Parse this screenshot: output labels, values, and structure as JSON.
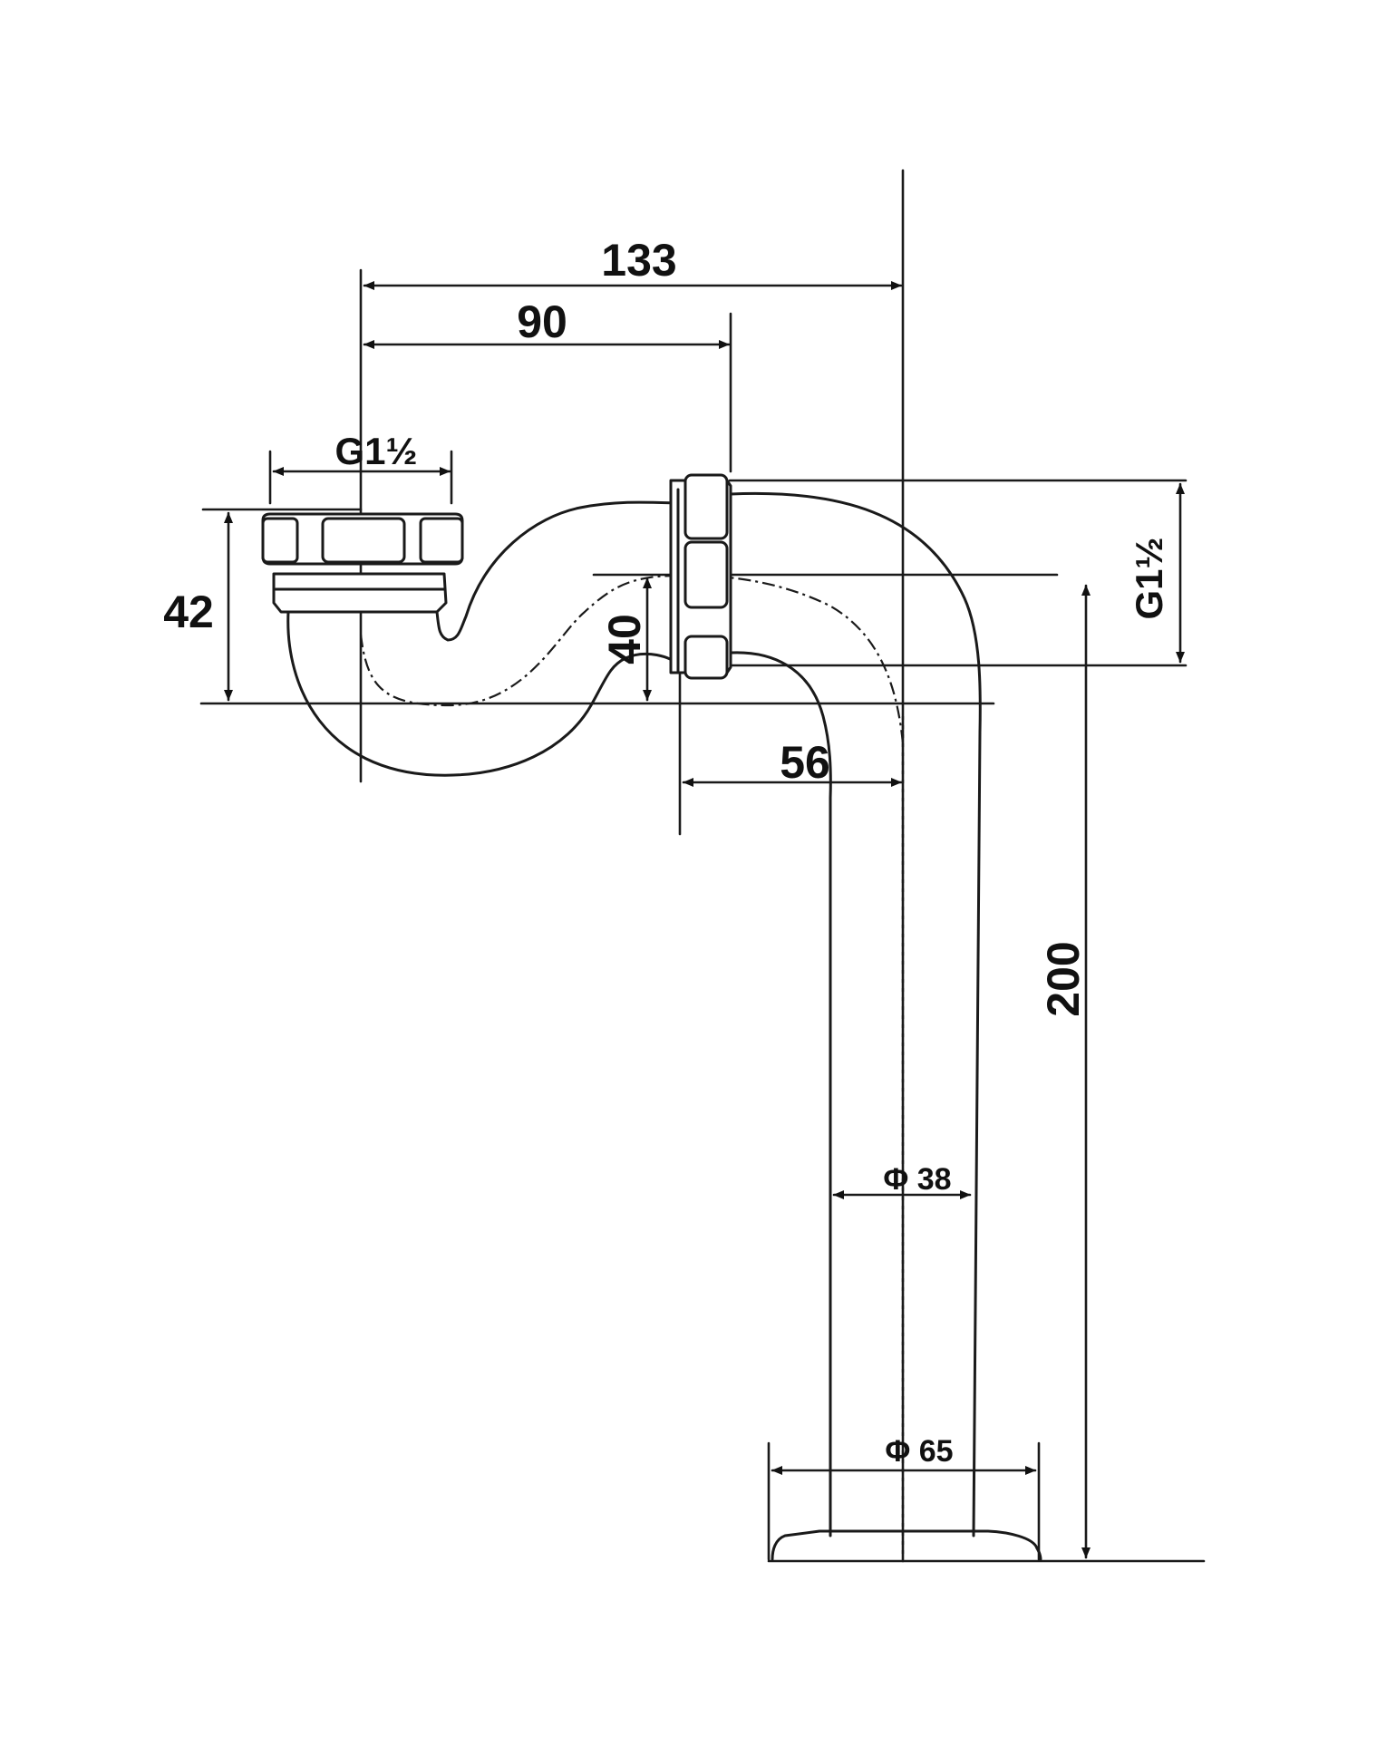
{
  "dimensions": {
    "overall_width": "133",
    "inlet_offset": "90",
    "inlet_thread": "G1½",
    "outlet_thread": "G1½",
    "height_left": "42",
    "trap_depth": "40",
    "outlet_offset": "56",
    "total_height": "200",
    "pipe_diameter": "Φ 38",
    "flange_diameter": "Φ 65"
  },
  "colors": {
    "line": "#1a1a1a",
    "background": "#ffffff"
  }
}
